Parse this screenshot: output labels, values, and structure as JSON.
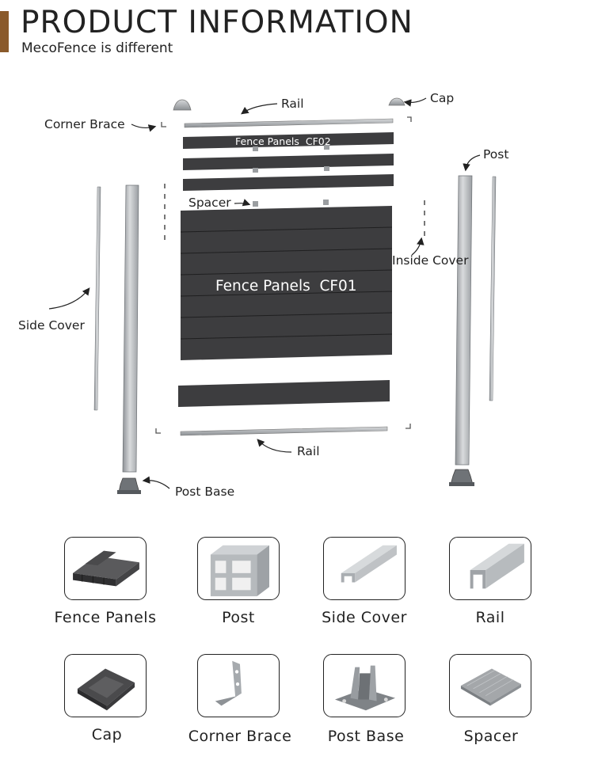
{
  "header": {
    "title": "PRODUCT INFORMATION",
    "subtitle": "MecoFence is different",
    "accent_color": "#8a5a2b"
  },
  "diagram": {
    "labels": {
      "rail_top": "Rail",
      "cap": "Cap",
      "corner_brace": "Corner Brace",
      "post": "Post",
      "fence_panels_cf02": "Fence Panels  CF02",
      "spacer": "Spacer",
      "inside_cover": "Inside Cover",
      "fence_panels_cf01": "Fence Panels  CF01",
      "side_cover": "Side Cover",
      "rail_bottom": "Rail",
      "post_base": "Post Base"
    },
    "colors": {
      "panel": "#3d3d3f",
      "metal": "#b9bcbf",
      "metal_dark": "#7d8185"
    }
  },
  "components": [
    {
      "label": "Fence Panels",
      "icon": "fence-panel-icon"
    },
    {
      "label": "Post",
      "icon": "post-profile-icon"
    },
    {
      "label": "Side Cover",
      "icon": "side-cover-icon"
    },
    {
      "label": "Rail",
      "icon": "rail-icon"
    },
    {
      "label": "Cap",
      "icon": "cap-icon"
    },
    {
      "label": "Corner Brace",
      "icon": "corner-brace-icon"
    },
    {
      "label": "Post Base",
      "icon": "post-base-icon"
    },
    {
      "label": "Spacer",
      "icon": "spacer-icon"
    }
  ]
}
